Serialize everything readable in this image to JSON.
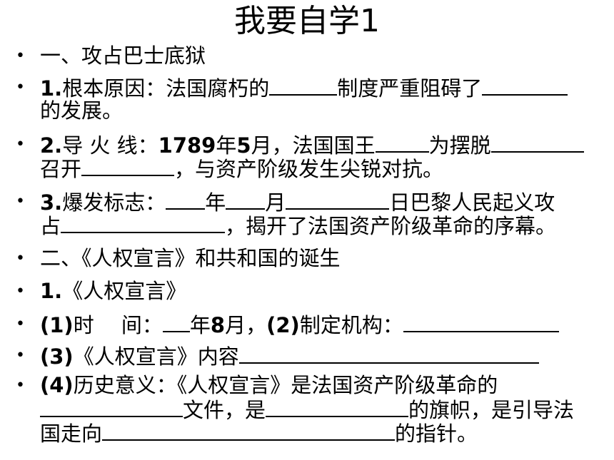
{
  "title": "我要自学1",
  "s1": {
    "heading": "一、攻占巴士底狱"
  },
  "item1": {
    "num": "1.",
    "a": "根本原因：法国腐朽的",
    "b": "制度严重阻碍了",
    "c": "的发展。"
  },
  "item2": {
    "num": "2.",
    "a": "导 火 线：",
    "year": "1789",
    "y": "年",
    "month": "5",
    "b": "月，法国国王",
    "c": "为摆脱",
    "d": "召开",
    "e": "，与资产阶级发生尖锐对抗。"
  },
  "item3": {
    "num": "3.",
    "a": "爆发标志：",
    "b": "年",
    "c": "月",
    "d": "日巴黎人民起义攻",
    "e": "占",
    "f": "，揭开了法国资产阶级革命的序幕。"
  },
  "s2": {
    "heading": "二、《人权宣言》和共和国的诞生"
  },
  "item4": {
    "num": "1.",
    "a": "《人权宣言》"
  },
  "item5": {
    "p1": "(1)",
    "a": "时　 间：",
    "b": "年",
    "month": "8",
    "c": "月，",
    "p2": "(2)",
    "d": "制定机构："
  },
  "item6": {
    "p3": "(3)",
    "a": "《人权宣言》内容"
  },
  "item7": {
    "p4": "(4)",
    "a": "历史意义：《人权宣言》是法国资产阶级革命的",
    "b": "文件，是",
    "c": "的旗帜，是引导法",
    "d": "国走向",
    "e": "的指针。"
  }
}
